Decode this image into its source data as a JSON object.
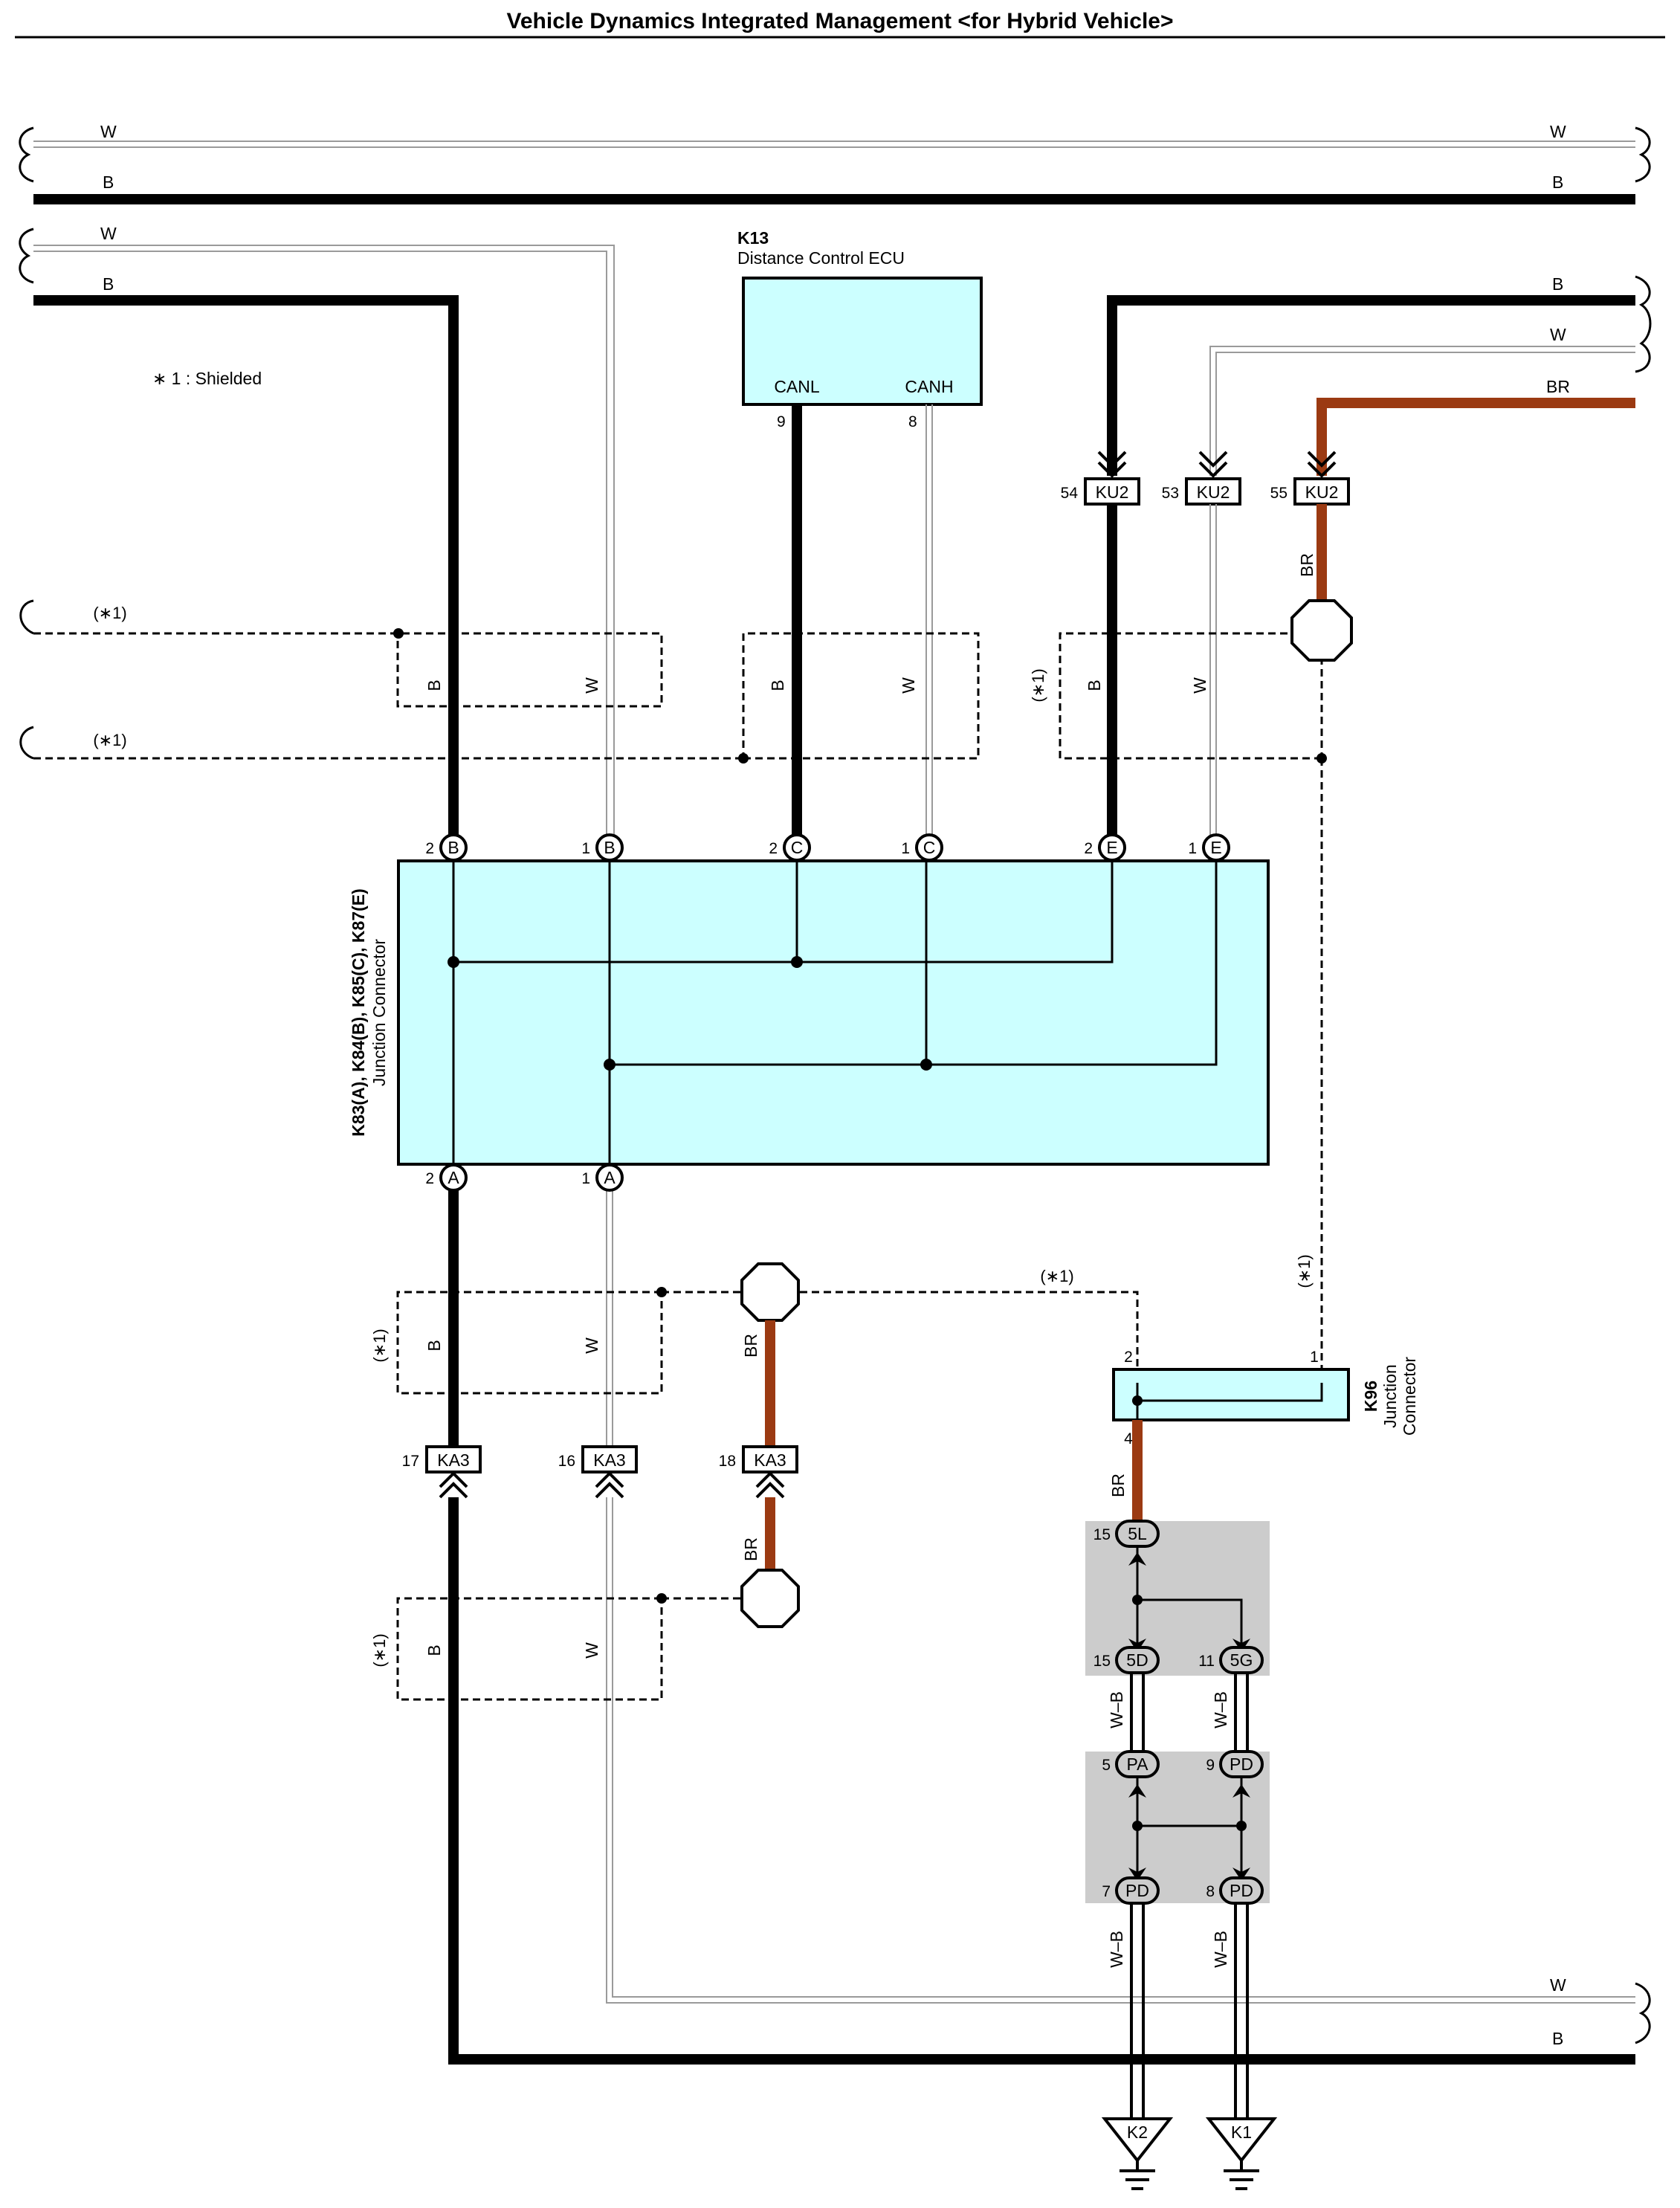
{
  "title": "Vehicle Dynamics Integrated Management <for Hybrid Vehicle>",
  "note": "∗ 1 : Shielded",
  "shield_label": "(∗1)",
  "colors": {
    "black_wire": "#000000",
    "white_wire": "#9a9a9a",
    "brown_wire": "#9b3a12",
    "connector_fill": "#ccffff",
    "splice_fill": "#cccccc"
  },
  "wire_colors": {
    "white": "W",
    "black": "B",
    "brown": "BR",
    "white_black": "W–B"
  },
  "components": {
    "k13": {
      "code": "K13",
      "name": "Distance Control ECU",
      "pin_canl": "CANL",
      "pin_canh": "CANH",
      "pin_canl_no": "9",
      "pin_canh_no": "8"
    },
    "junction_main": {
      "codes": "K83(A), K84(B), K85(C), K87(E)",
      "name": "Junction Connector"
    },
    "k96": {
      "code": "K96",
      "name_line1": "Junction",
      "name_line2": "Connector",
      "pin1": "1",
      "pin2": "2",
      "pin4": "4"
    }
  },
  "terminals": {
    "b2": {
      "pin": "2",
      "letter": "B"
    },
    "b1": {
      "pin": "1",
      "letter": "B"
    },
    "c2": {
      "pin": "2",
      "letter": "C"
    },
    "c1": {
      "pin": "1",
      "letter": "C"
    },
    "e2": {
      "pin": "2",
      "letter": "E"
    },
    "e1": {
      "pin": "1",
      "letter": "E"
    },
    "a2": {
      "pin": "2",
      "letter": "A"
    },
    "a1": {
      "pin": "1",
      "letter": "A"
    }
  },
  "in_line": {
    "ku2_54": {
      "pin": "54",
      "code": "KU2"
    },
    "ku2_53": {
      "pin": "53",
      "code": "KU2"
    },
    "ku2_55": {
      "pin": "55",
      "code": "KU2"
    },
    "ka3_17": {
      "pin": "17",
      "code": "KA3"
    },
    "ka3_16": {
      "pin": "16",
      "code": "KA3"
    },
    "ka3_18": {
      "pin": "18",
      "code": "KA3"
    }
  },
  "splices": {
    "s5l": {
      "pin": "15",
      "code": "5L"
    },
    "s5d": {
      "pin": "15",
      "code": "5D"
    },
    "s5g": {
      "pin": "11",
      "code": "5G"
    },
    "spa": {
      "pin": "5",
      "code": "PA"
    },
    "spd9": {
      "pin": "9",
      "code": "PD"
    },
    "spd7": {
      "pin": "7",
      "code": "PD"
    },
    "spd8": {
      "pin": "8",
      "code": "PD"
    }
  },
  "grounds": {
    "k2": "K2",
    "k1": "K1"
  }
}
